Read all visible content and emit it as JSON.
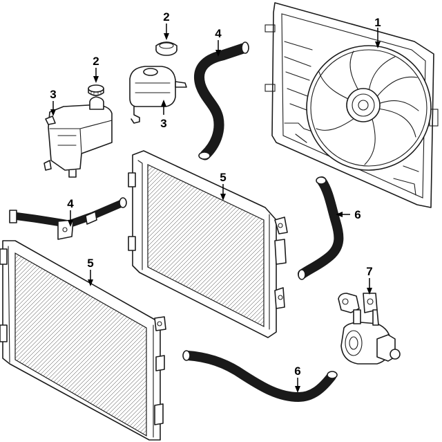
{
  "callouts": {
    "c1": "1",
    "c2a": "2",
    "c2b": "2",
    "c3a": "3",
    "c3b": "3",
    "c4a": "4",
    "c4b": "4",
    "c5a": "5",
    "c5b": "5",
    "c6a": "6",
    "c6b": "6",
    "c7": "7"
  },
  "parts": {
    "1": "fan-shroud-assembly",
    "2": "reservoir-cap",
    "3": "coolant-reservoir",
    "4": "upper-hose-tube",
    "5": "radiator",
    "6": "lower-hose",
    "7": "auxiliary-water-pump"
  },
  "colors": {
    "line": "#1a1a1a",
    "background": "#ffffff"
  }
}
